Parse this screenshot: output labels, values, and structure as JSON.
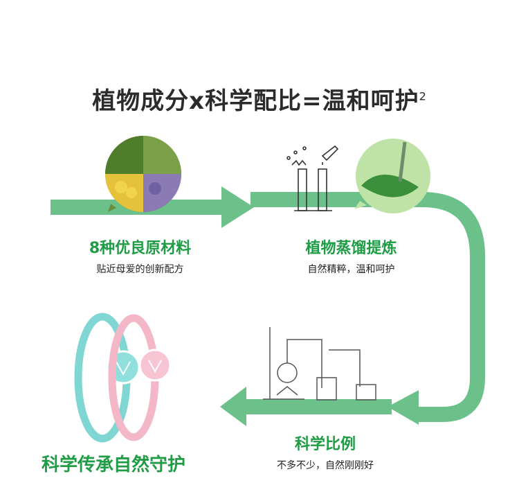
{
  "title": {
    "text": "植物成分x科学配比=温和呵护",
    "sup": "2"
  },
  "steps": [
    {
      "heading": "8种优良原材料",
      "sub": "贴近母爱的创新配方"
    },
    {
      "heading": "植物蒸馏提炼",
      "sub": "自然精粹，温和呵护"
    },
    {
      "heading": "科学比例",
      "sub": "不多不少，自然刚刚好"
    }
  ],
  "final": {
    "heading": "科学传承自然守护"
  },
  "colors": {
    "accent": "#6cc08a",
    "heading": "#1f9c45"
  }
}
